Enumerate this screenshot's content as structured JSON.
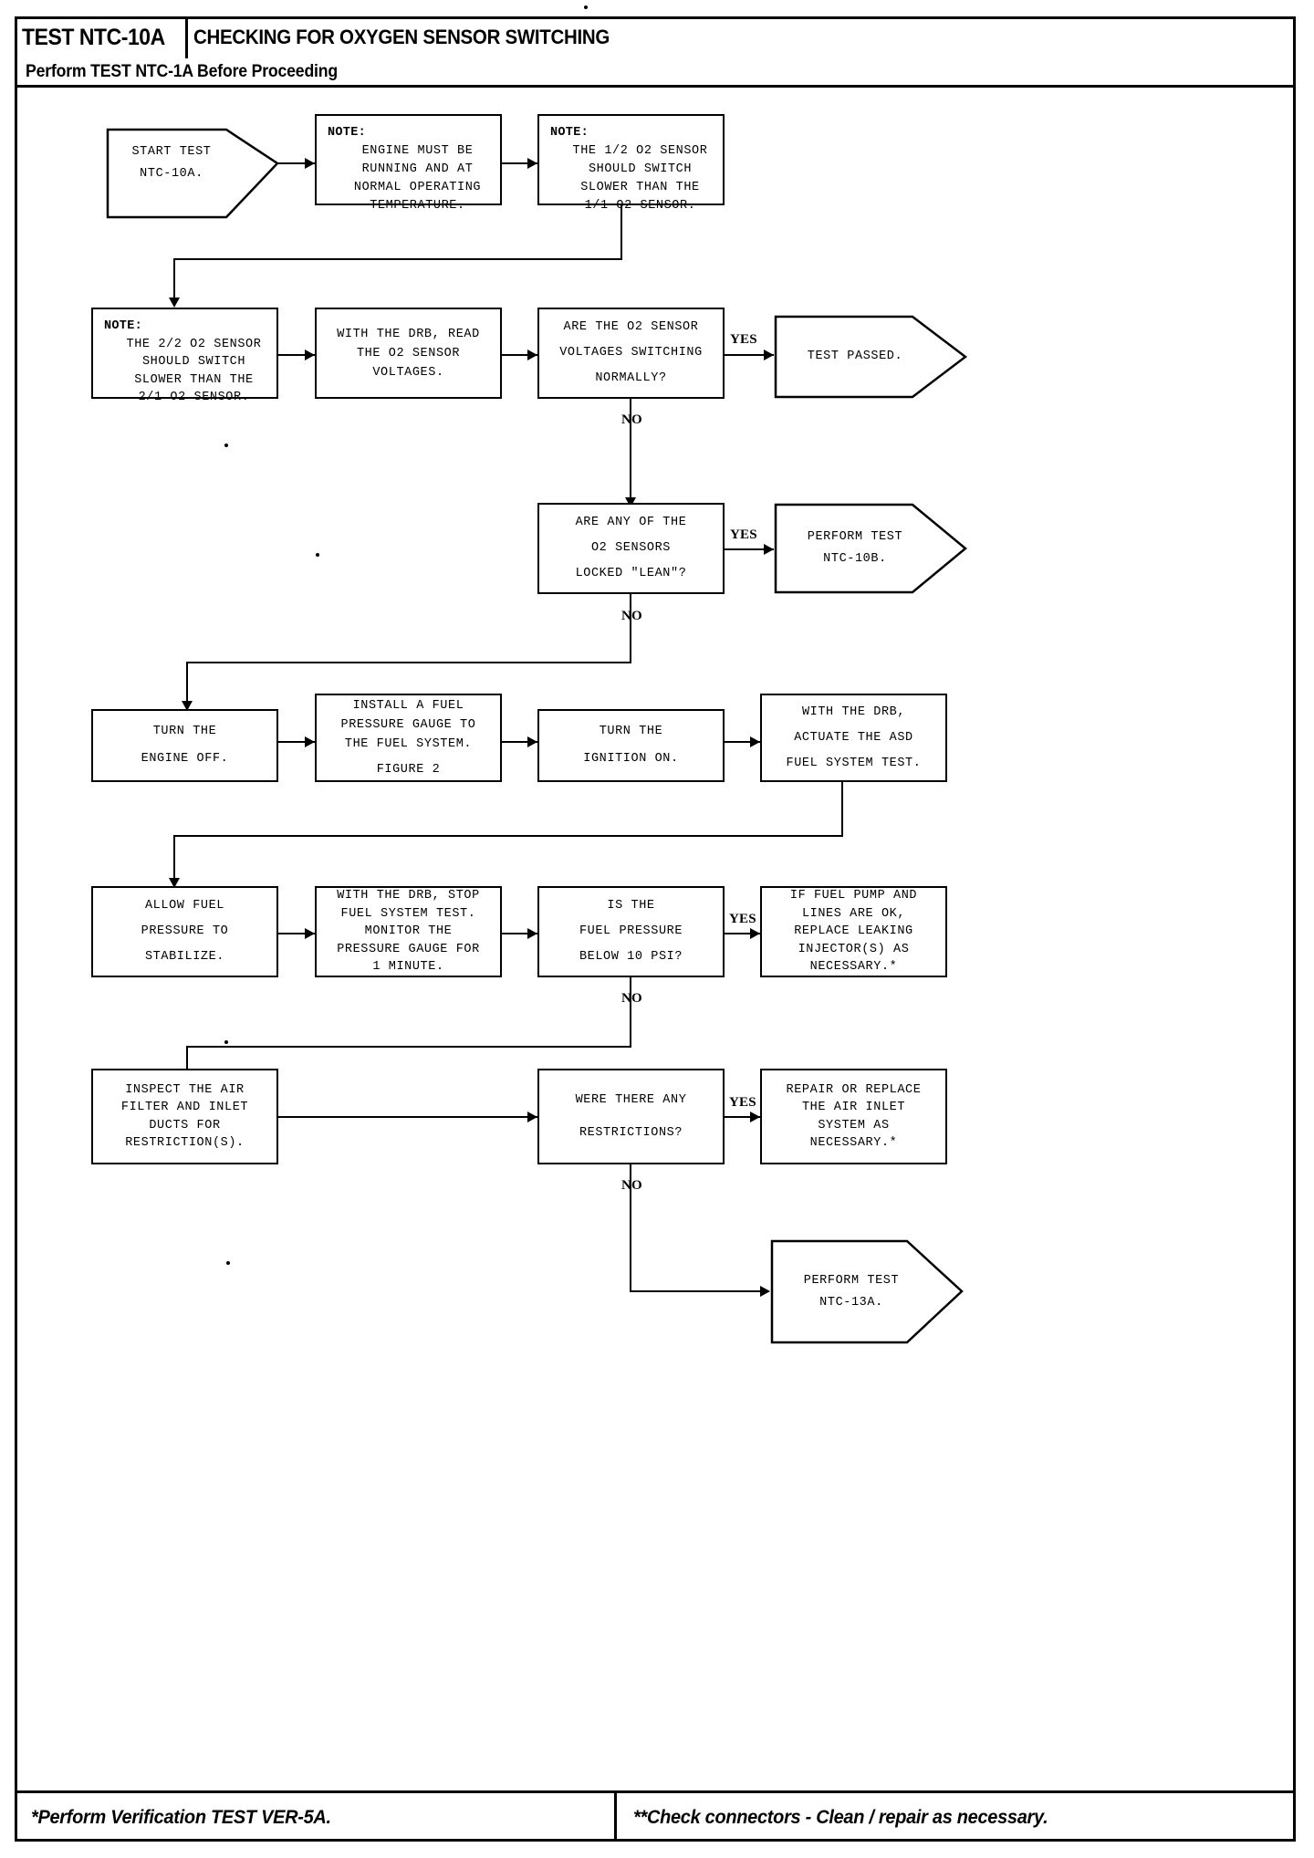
{
  "header": {
    "tag": "TEST NTC-10A",
    "title": "CHECKING FOR OXYGEN SENSOR SWITCHING",
    "subtitle": "Perform TEST NTC-1A Before Proceeding"
  },
  "footer": {
    "left": "*Perform Verification TEST VER-5A.",
    "right": "**Check connectors - Clean / repair as necessary."
  },
  "nodes": {
    "start": {
      "l1": "START TEST",
      "l2": "NTC-10A."
    },
    "note_engine": {
      "label": "NOTE:",
      "l1": "ENGINE MUST BE",
      "l2": "RUNNING AND AT",
      "l3": "NORMAL OPERATING",
      "l4": "TEMPERATURE."
    },
    "note_12": {
      "label": "NOTE:",
      "l1": "THE 1/2 O2 SENSOR",
      "l2": "SHOULD SWITCH",
      "l3": "SLOWER THAN THE",
      "l4": "1/1 O2 SENSOR."
    },
    "note_22": {
      "label": "NOTE:",
      "l1": "THE 2/2 O2 SENSOR",
      "l2": "SHOULD SWITCH",
      "l3": "SLOWER THAN THE",
      "l4": "2/1 O2 SENSOR."
    },
    "read_volt": {
      "l1": "WITH THE DRB, READ",
      "l2": "THE O2 SENSOR",
      "l3": "VOLTAGES."
    },
    "q_switch": {
      "l1": "ARE THE O2 SENSOR",
      "l2": "VOLTAGES SWITCHING",
      "l3": "NORMALLY?"
    },
    "passed": {
      "l1": "TEST PASSED."
    },
    "q_lean": {
      "l1": "ARE ANY OF THE",
      "l2": "O2 SENSORS",
      "l3": "LOCKED \"LEAN\"?"
    },
    "perform_10b": {
      "l1": "PERFORM TEST",
      "l2": "NTC-10B."
    },
    "engine_off": {
      "l1": "TURN THE",
      "l2": "ENGINE OFF."
    },
    "install_gauge": {
      "l1": "INSTALL A FUEL",
      "l2": "PRESSURE GAUGE TO",
      "l3": "THE FUEL SYSTEM.",
      "l4": "FIGURE 2"
    },
    "ignition_on": {
      "l1": "TURN THE",
      "l2": "IGNITION ON."
    },
    "actuate_asd": {
      "l1": "WITH THE DRB,",
      "l2": "ACTUATE THE ASD",
      "l3": "FUEL SYSTEM TEST."
    },
    "allow_fuel": {
      "l1": "ALLOW FUEL",
      "l2": "PRESSURE TO",
      "l3": "STABILIZE."
    },
    "stop_test": {
      "l1": "WITH THE DRB, STOP",
      "l2": "FUEL SYSTEM TEST.",
      "l3": "MONITOR THE",
      "l4": "PRESSURE GAUGE FOR",
      "l5": "1 MINUTE."
    },
    "q_pressure": {
      "l1": "IS THE",
      "l2": "FUEL PRESSURE",
      "l3": "BELOW 10 PSI?"
    },
    "replace_inj": {
      "l1": "IF FUEL PUMP AND",
      "l2": "LINES ARE OK,",
      "l3": "REPLACE LEAKING",
      "l4": "INJECTOR(S) AS",
      "l5": "NECESSARY.*"
    },
    "inspect_air": {
      "l1": "INSPECT THE AIR",
      "l2": "FILTER AND INLET",
      "l3": "DUCTS FOR",
      "l4": "RESTRICTION(S)."
    },
    "q_restrict": {
      "l1": "WERE THERE ANY",
      "l2": "RESTRICTIONS?"
    },
    "repair_air": {
      "l1": "REPAIR OR REPLACE",
      "l2": "THE AIR INLET",
      "l3": "SYSTEM AS",
      "l4": "NECESSARY.*"
    },
    "perform_13a": {
      "l1": "PERFORM TEST",
      "l2": "NTC-13A."
    }
  },
  "labels": {
    "yes1": "YES",
    "no1": "NO",
    "yes2": "YES",
    "no2": "NO",
    "yes3": "YES",
    "no3": "NO",
    "yes4": "YES",
    "no4": "NO"
  },
  "colors": {
    "ink": "#000000",
    "paper": "#ffffff"
  }
}
